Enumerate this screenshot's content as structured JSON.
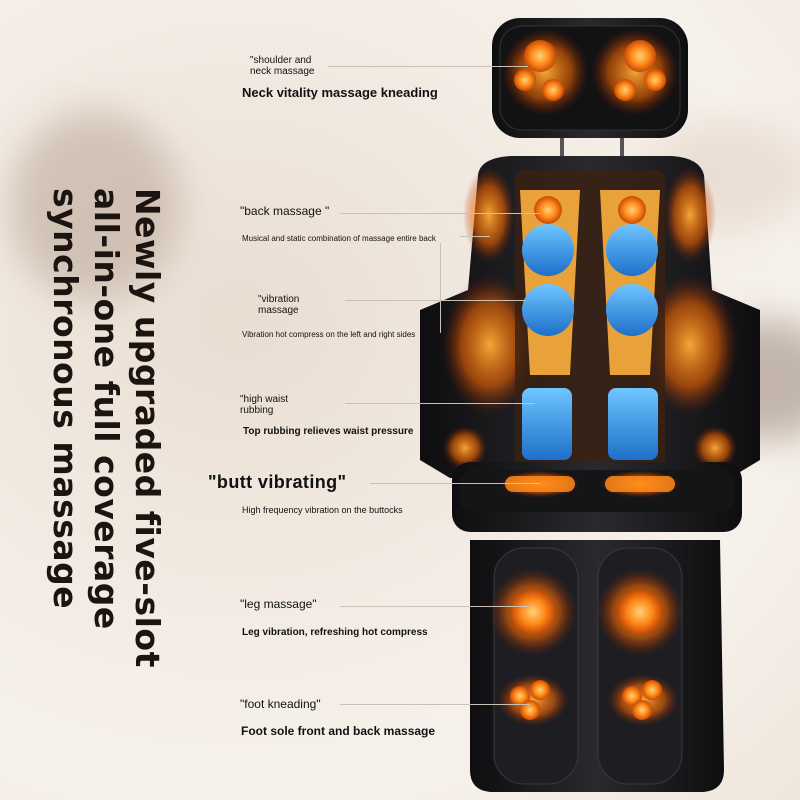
{
  "headline": {
    "line1": "Newly upgraded five-slot",
    "line2": "all-in-one full coverage",
    "line3": "synchronous massage"
  },
  "callouts": {
    "shoulder_label": "\"shoulder and",
    "shoulder_label2": "neck massage",
    "shoulder_desc": "Neck vitality massage kneading",
    "back_label": "\"back massage \"",
    "back_desc": "Musical and static combination of massage entire back",
    "vibration_label": "\"vibration",
    "vibration_label2": "massage",
    "vibration_desc": "Vibration hot compress on the left and right sides",
    "waist_label": "\"high waist",
    "waist_label2": "rubbing",
    "waist_desc": "Top rubbing relieves waist pressure",
    "butt_label": "\"butt vibrating\"",
    "butt_desc": "High frequency vibration on the buttocks",
    "leg_label": "\"leg massage\"",
    "leg_desc": "Leg vibration, refreshing hot compress",
    "foot_label": "\"foot kneading\"",
    "foot_desc": "Foot sole front and back massage"
  },
  "colors": {
    "accent_orange": "#ff8a1a",
    "accent_blue": "#2f8fe0",
    "chair_black": "#1a1a1c"
  }
}
